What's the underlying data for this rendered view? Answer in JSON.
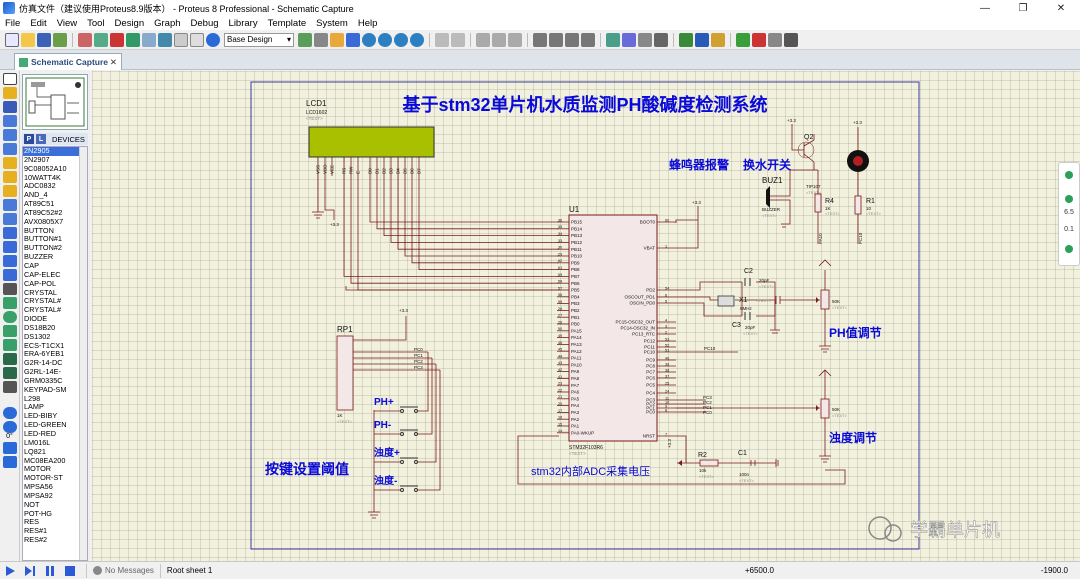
{
  "window": {
    "title": "仿真文件（建议使用Proteus8.9版本） - Proteus 8 Professional - Schematic Capture",
    "controls": [
      "—",
      "❐",
      "✕"
    ]
  },
  "menu": [
    "File",
    "Edit",
    "View",
    "Tool",
    "Design",
    "Graph",
    "Debug",
    "Library",
    "Template",
    "System",
    "Help"
  ],
  "toolbar": {
    "style_combo": "Base Design",
    "combo_arrow": "▾"
  },
  "tabs": [
    {
      "label": "Schematic Capture",
      "close": "✕"
    }
  ],
  "devices": {
    "header": "DEVICES",
    "p_label": "P",
    "l_label": "L",
    "items": [
      "2N2905",
      "2N2907",
      "9C08052A10",
      "10WATT4K",
      "ADC0832",
      "AND_4",
      "AT89C51",
      "AT89C52#2",
      "AVX0805X7",
      "BUTTON",
      "BUTTON#1",
      "BUTTON#2",
      "BUZZER",
      "CAP",
      "CAP-ELEC",
      "CAP-POL",
      "CRYSTAL",
      "CRYSTAL#",
      "CRYSTAL#",
      "DIODE",
      "DS18B20",
      "DS1302",
      "ECS-T1CX1",
      "ERA-6YEB1",
      "G2R-14-DC",
      "G2RL-14E-",
      "GRM0335C",
      "KEYPAD-SM",
      "L298",
      "LAMP",
      "LED-BIBY",
      "LED-GREEN",
      "LED-RED",
      "LM016L",
      "LQ821",
      "MC08EA200",
      "MOTOR",
      "MOTOR-ST",
      "MPSA56",
      "MPSA92",
      "NOT",
      "POT-HG",
      "RES",
      "RES#1",
      "RES#2"
    ],
    "selected_index": 0
  },
  "left_tools": {
    "rotation_label": "0°"
  },
  "schematic": {
    "title": "基于stm32单片机水质监测PH酸碱度检测系统",
    "annotations": {
      "buzzer_alarm": "蜂鸣器报警",
      "water_switch": "换水开关",
      "ph_adjust": "PH值调节",
      "turbidity_adjust": "浊度调节",
      "key_threshold": "按键设置阈值",
      "adc_voltage": "stm32内部ADC采集电压"
    },
    "buttons": [
      "PH+",
      "PH-",
      "浊度+",
      "浊度-"
    ],
    "lcd": {
      "ref": "LCD1",
      "part": "LCD1602",
      "text": "<TEXT>",
      "pins": [
        "VSS",
        "VDD",
        "VEE",
        "RS",
        "RW",
        "E",
        "D0",
        "D1",
        "D2",
        "D3",
        "D4",
        "D5",
        "D6",
        "D7"
      ]
    },
    "mcu": {
      "ref": "U1",
      "part": "STM32F103R6",
      "text": "<TEXT>",
      "left_pins": [
        "PB15",
        "PB14",
        "PB13",
        "PB12",
        "PB11",
        "PB10",
        "PB9",
        "PB8",
        "PB7",
        "PB6",
        "PB5",
        "PB4",
        "PB3",
        "PB2",
        "PB1",
        "PB0",
        "PA15",
        "PA14",
        "PA13",
        "PA12",
        "PA11",
        "PA10",
        "PA9",
        "PA8",
        "PA7",
        "PA6",
        "PA5",
        "PA4",
        "PA3",
        "PA2",
        "PA1",
        "PA0-WKUP"
      ],
      "left_nums": [
        "36",
        "35",
        "34",
        "33",
        "30",
        "29",
        "62",
        "61",
        "59",
        "58",
        "57",
        "56",
        "55",
        "28",
        "27",
        "26",
        "50",
        "49",
        "46",
        "45",
        "44",
        "43",
        "42",
        "41",
        "23",
        "22",
        "21",
        "20",
        "17",
        "16",
        "15",
        "14"
      ],
      "right_pins": [
        "BOOT0",
        "VBAT",
        "PD2",
        "OSCOUT_PD1",
        "OSCIN_PD0",
        "PC15-OSC32_OUT",
        "PC14-OSC32_IN",
        "PC13_RTC",
        "PC12",
        "PC11",
        "PC10",
        "PC9",
        "PC8",
        "PC7",
        "PC6",
        "PC5",
        "PC4",
        "PC3",
        "PC2",
        "PC1",
        "PC0",
        "NRST"
      ],
      "right_nums": [
        "60",
        "1",
        "54",
        "6",
        "5",
        "4",
        "3",
        "2",
        "53",
        "52",
        "51",
        "40",
        "39",
        "38",
        "37",
        "25",
        "24",
        "11",
        "10",
        "9",
        "8",
        "7"
      ]
    },
    "parts": {
      "q2": {
        "ref": "Q2",
        "part": "TIP107",
        "text": "<TEXT>"
      },
      "buz1": {
        "ref": "BUZ1",
        "part": "BUZZER",
        "text": "<TEXT>"
      },
      "r4": {
        "ref": "R4",
        "value": "1K",
        "text": "<TEXT>"
      },
      "r1": {
        "ref": "R1",
        "value": "10",
        "text": "<TEXT>"
      },
      "c2": {
        "ref": "C2",
        "value": "20pF",
        "text": "<TEXT>"
      },
      "x1": {
        "ref": "X1",
        "value": "8MHz",
        "text": "<TEXT>"
      },
      "c3": {
        "ref": "C3",
        "value": "20pF",
        "text": "<TEXT>"
      },
      "rp1": {
        "ref": "RP1",
        "value": "1K",
        "text": "<TEXT>"
      },
      "r2": {
        "ref": "R2",
        "value": "10k",
        "text": "<TEXT>"
      },
      "c1": {
        "ref": "C1",
        "value": "100n",
        "text": "<TEXT>"
      },
      "pot_ph": {
        "value": "50K",
        "text": "<TEXT>"
      },
      "pot_turb": {
        "value": "50K",
        "text": "<TEXT>"
      }
    },
    "nets": {
      "vcc": "+3.3",
      "pc10": "PC10",
      "pc0": "PC0",
      "pc1": "PC1",
      "pc2": "PC2",
      "pc3": "PC3",
      "pa10": "PA10"
    }
  },
  "side_panel": {
    "v1": "6.5",
    "v2": "0.1"
  },
  "watermark": "学霸单片机",
  "status": {
    "messages": "No Messages",
    "sheet": "Root sheet 1",
    "coord_x": "+6500.0",
    "coord_y": "-1900.0"
  }
}
